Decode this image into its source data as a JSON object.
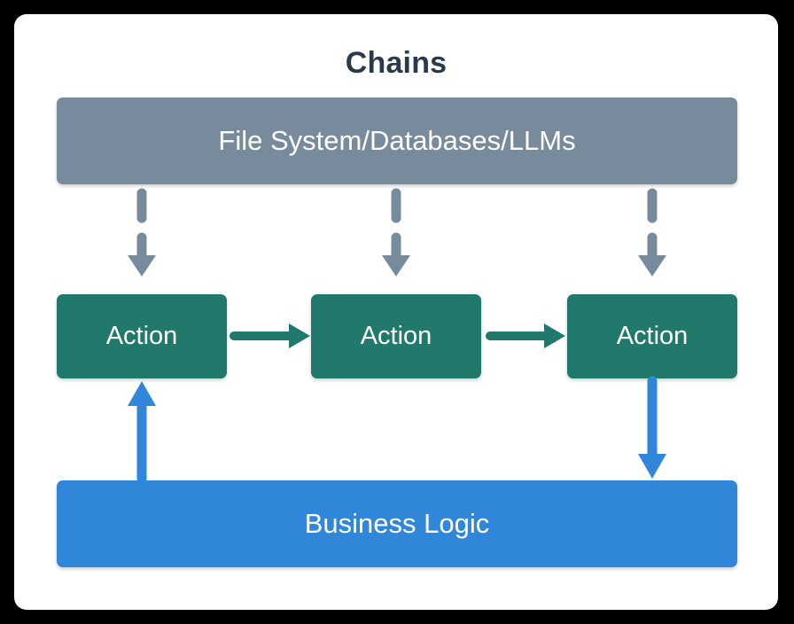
{
  "diagram": {
    "title": "Chains",
    "nodes": {
      "source": {
        "label": "File System/Databases/LLMs",
        "color": "#788b9c",
        "text_color": "#ffffff"
      },
      "actions": [
        {
          "label": "Action",
          "color": "#20796a",
          "text_color": "#ffffff"
        },
        {
          "label": "Action",
          "color": "#20796a",
          "text_color": "#ffffff"
        },
        {
          "label": "Action",
          "color": "#20796a",
          "text_color": "#ffffff"
        }
      ],
      "business": {
        "label": "Business Logic",
        "color": "#3086d8",
        "text_color": "#ffffff"
      }
    },
    "connectors": [
      {
        "name": "source-to-action-1",
        "style": "dashed",
        "direction": "down",
        "color": "#788b9c"
      },
      {
        "name": "source-to-action-2",
        "style": "dashed",
        "direction": "down",
        "color": "#788b9c"
      },
      {
        "name": "source-to-action-3",
        "style": "dashed",
        "direction": "down",
        "color": "#788b9c"
      },
      {
        "name": "action-1-to-action-2",
        "style": "solid",
        "direction": "right",
        "color": "#20796a"
      },
      {
        "name": "action-2-to-action-3",
        "style": "solid",
        "direction": "right",
        "color": "#20796a"
      },
      {
        "name": "business-to-action-1",
        "style": "solid",
        "direction": "up",
        "color": "#3086d8"
      },
      {
        "name": "action-3-to-business",
        "style": "solid",
        "direction": "down",
        "color": "#3086d8"
      }
    ],
    "colors": {
      "title_text": "#2b3a4a",
      "card_background": "#ffffff",
      "page_background": "#000000"
    }
  }
}
